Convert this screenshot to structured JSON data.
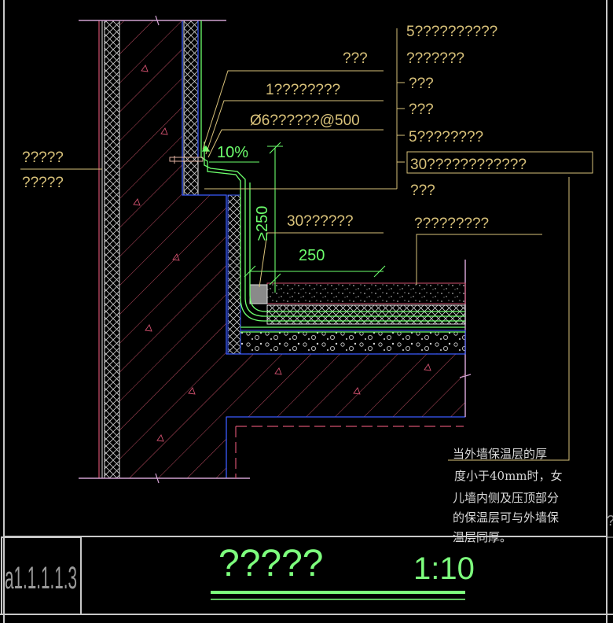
{
  "colors": {
    "background": "#000000",
    "frame": "#c8c8c8",
    "leader": "#d9c27a",
    "wall_red": "#d0506e",
    "insulation_white": "#e8e8e8",
    "membrane_green": "#6cff6c",
    "outline_blue": "#3a5bff",
    "title_green": "#7dff7d"
  },
  "labels": {
    "left_top": "?????",
    "left_bottom": "?????",
    "top_1": "???",
    "top_2": "1????????",
    "top_3": "Ø6??????@500",
    "slope": "10%",
    "height_dim": "≥250",
    "corner_30": "30??????",
    "width_dim": "250",
    "right_1": "5??????????",
    "right_2": "???????",
    "right_3": "???",
    "right_4": "???",
    "right_5": "5????????",
    "right_6": "30????????????",
    "right_7": "???",
    "right_8": "?????????"
  },
  "note_lines": [
    "当外墙保温层的厚",
    "度小于40mm时，女",
    "儿墙内侧及压顶部分",
    "的保温层可与外墙保",
    "温层同厚。"
  ],
  "title_block": {
    "drawing_id": "a1.1.1.1.3",
    "title": "?????",
    "scale": "1:10",
    "right_edge_mark": "?"
  }
}
